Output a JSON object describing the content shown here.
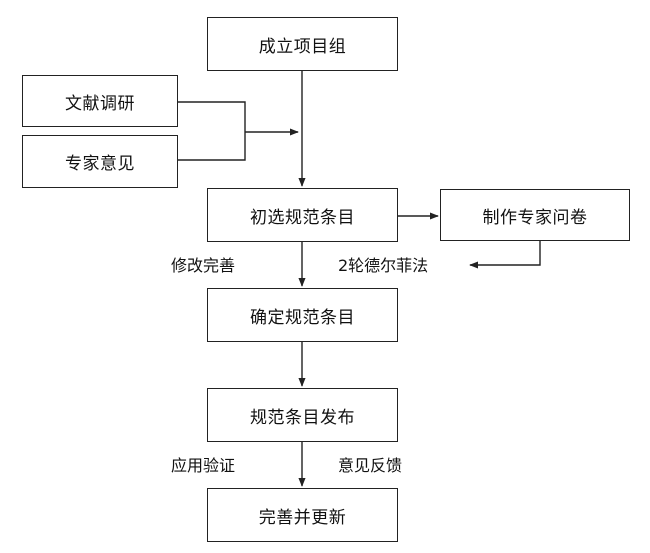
{
  "boxes": {
    "establish_team": "成立项目组",
    "literature_research": "文献调研",
    "expert_opinion": "专家意见",
    "initial_items": "初选规范条目",
    "expert_questionnaire": "制作专家问卷",
    "confirm_items": "确定规范条目",
    "publish_items": "规范条目发布",
    "improve_update": "完善并更新"
  },
  "edge_labels": {
    "revise": "修改完善",
    "delphi": "2轮德尔菲法",
    "application": "应用验证",
    "feedback": "意见反馈"
  }
}
